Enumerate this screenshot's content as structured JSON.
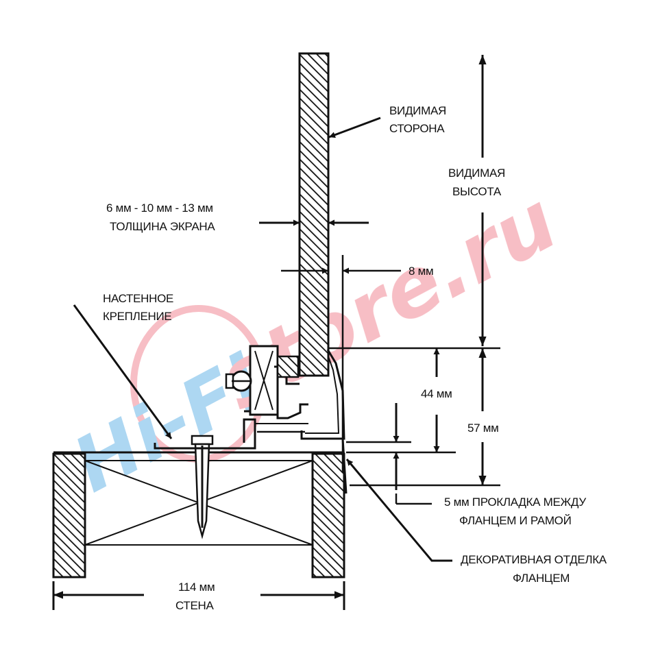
{
  "colors": {
    "ink": "#111111",
    "watermark_blue": "#9fd0f0",
    "watermark_red": "#f6b3bb"
  },
  "watermark": {
    "left_part": "Hi-Fi",
    "right_part": "store.ru"
  },
  "labels": {
    "visible_side_1": "ВИДИМАЯ",
    "visible_side_2": "СТОРОНА",
    "visible_height_1": "ВИДИМАЯ",
    "visible_height_2": "ВЫСОТА",
    "thickness_1": "6 мм - 10 мм - 13 мм",
    "thickness_2": "ТОЛЩИНА ЭКРАНА",
    "gap_8": "8 мм",
    "wall_mount_1": "НАСТЕННОЕ",
    "wall_mount_2": "КРЕПЛЕНИЕ",
    "dim_44": "44 мм",
    "dim_57": "57 мм",
    "spacer_1": "5 мм ПРОКЛАДКА МЕЖДУ",
    "spacer_2": "ФЛАНЦЕМ И РАМОЙ",
    "trim_1": "ДЕКОРАТИВНАЯ ОТДЕЛКА",
    "trim_2": "ФЛАНЦЕМ",
    "wall_1": "114 мм",
    "wall_2": "СТЕНА"
  }
}
